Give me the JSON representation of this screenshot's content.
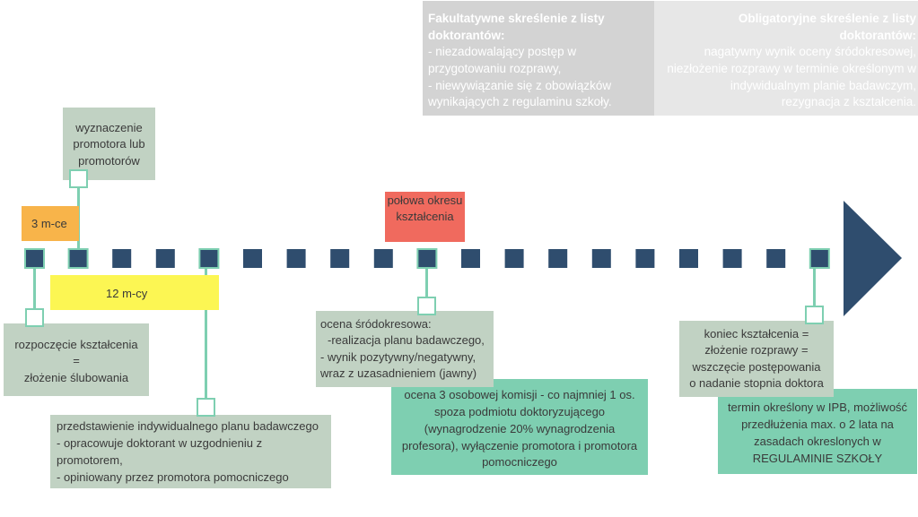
{
  "colors": {
    "timeline_square": "#2f4d6e",
    "connector": "#7ecfb1",
    "box_grey_green": "#c1d2c3",
    "box_green": "#7ecfb1",
    "box_orange": "#f8b44a",
    "box_yellow": "#fcf653",
    "box_red": "#f06a5e",
    "box_grey": "#d3d3d3",
    "box_light_grey": "#e7e7e7",
    "text_dark": "#3a3a3a",
    "text_white": "#ffffff"
  },
  "top": {
    "facultative_title": "Fakultatywne skreślenie z listy doktorantów:",
    "facultative_lines": [
      "- niezadowalający postęp w przygotowaniu rozprawy,",
      "- niewywiązanie się z obowiązków wynikających z regulaminu szkoły."
    ],
    "obligatory_title": "Obligatoryjne skreślenie z listy doktorantów:",
    "obligatory_lines": [
      "nagatywny wynik oceny śródokresowej,",
      "niezłożenie rozprawy w terminie określonym w indywidualnym planie badawczym,",
      "rezygnacja z kształcenia."
    ]
  },
  "labels": {
    "promotor": "wyznaczenie promotora lub promotorów",
    "three_months": "3 m-ce",
    "twelve_months": "12 m-cy",
    "half_period": "połowa okresu kształcenia",
    "start_lines": [
      "rozpoczęcie kształcenia",
      "=",
      "złożenie ślubowania"
    ],
    "plan_lines": [
      "przedstawienie indywidualnego planu badawczego",
      "- opracowuje doktorant w uzgodnieniu z promotorem,",
      "- opiniowany przez promotora pomocniczego"
    ],
    "midterm_lines": [
      "ocena śródokresowa:",
      "-realizacja planu badawczego,",
      "- wynik pozytywny/negatywny, wraz z uzasadnieniem (jawny)"
    ],
    "commission": "ocena 3 osobowej komisji - co najmniej 1 os. spoza podmiotu doktoryzującego (wynagrodzenie 20% wynagrodzenia profesora), wyłączenie promotora i promotora pomocniczego",
    "end_lines": [
      "koniec kształcenia =",
      "złożenie rozprawy =",
      "wszczęcie postępowania",
      "o nadanie stopnia doktora"
    ],
    "deadline": "termin określony w IPB, możliwość przedłużenia max. o 2 lata na zasadach okreslonych w REGULAMINIE SZKOŁY"
  }
}
